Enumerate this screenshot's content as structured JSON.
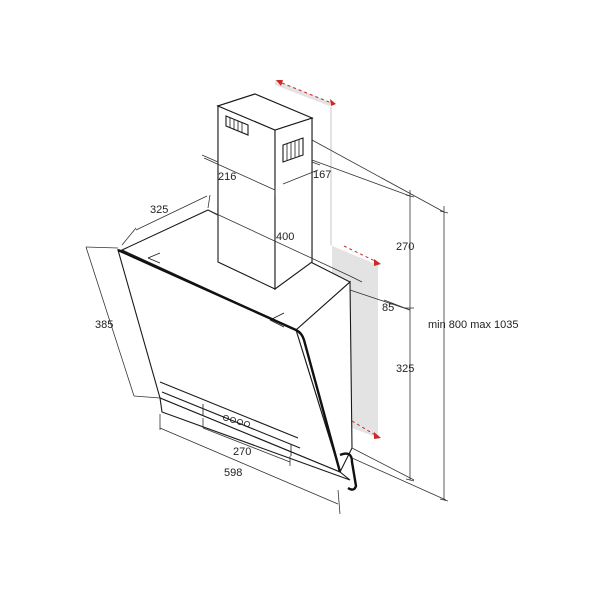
{
  "dimensions": {
    "chimney_width": "216",
    "chimney_depth": "167",
    "hood_depth": "325",
    "chimney_to_wall_offset": "400",
    "wall_offset": "85",
    "chimney_height": "270",
    "hood_height": "325",
    "hood_front_height": "385",
    "controls_span": "270",
    "hood_width": "598",
    "total_height_range": "min 800 max 1035"
  },
  "colors": {
    "wall_fill": "#e3e3e3",
    "guide_red": "#cc2a2a",
    "line": "#1a1a1a"
  }
}
